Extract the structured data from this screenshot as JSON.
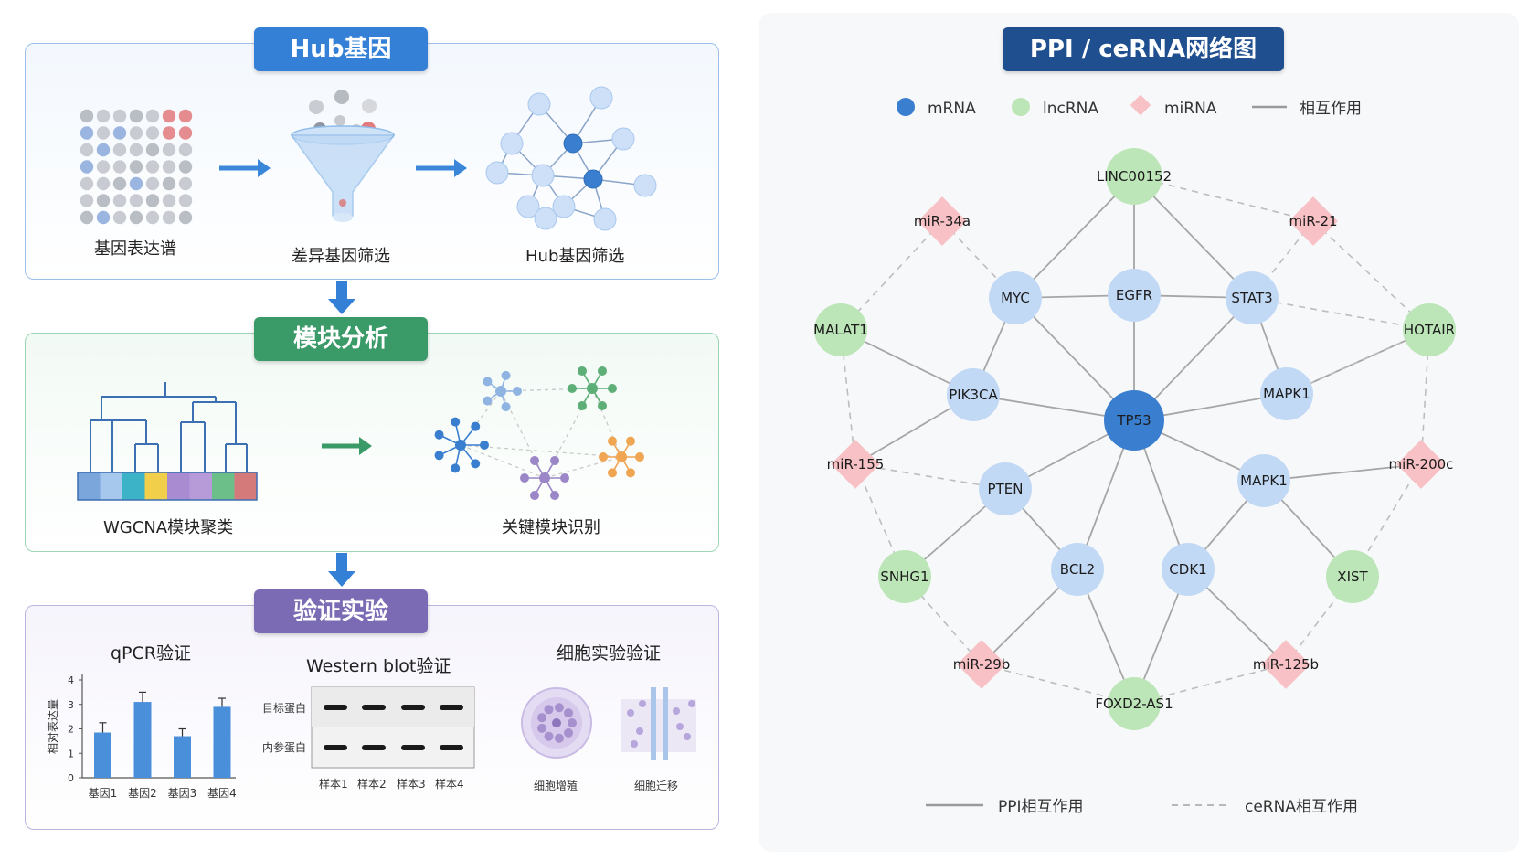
{
  "hub": {
    "title": "Hub基因",
    "steps": [
      "基因表达谱",
      "差异基因筛选",
      "Hub基因筛选"
    ]
  },
  "module": {
    "title": "模块分析",
    "steps": [
      "WGCNA模块聚类",
      "关键模块识别"
    ]
  },
  "validation": {
    "title": "验证实验",
    "qpcr": {
      "title": "qPCR验证",
      "ylabel": "相对表达量",
      "categories": [
        "基因1",
        "基因2",
        "基因3",
        "基因4"
      ],
      "values": [
        1.85,
        3.1,
        1.7,
        2.9
      ],
      "errors": [
        0.4,
        0.4,
        0.3,
        0.35
      ],
      "yticks": [
        "0",
        "1",
        "2",
        "3",
        "4"
      ],
      "ylim": [
        0,
        4
      ]
    },
    "western": {
      "title": "Western blot验证",
      "rows": [
        "目标蛋白",
        "内参蛋白"
      ],
      "samples": [
        "样本1",
        "样本2",
        "样本3",
        "样本4"
      ]
    },
    "cell": {
      "title": "细胞实验验证",
      "items": [
        "细胞增殖",
        "细胞迁移"
      ]
    }
  },
  "network": {
    "title": "PPI / ceRNA网络图",
    "legend": {
      "mrna": "mRNA",
      "lncrna": "lncRNA",
      "mirna": "miRNA",
      "edge": "相互作用"
    },
    "footer": {
      "ppi": "PPI相互作用",
      "cerna": "ceRNA相互作用"
    },
    "colors": {
      "mrna": "#c2d9f5",
      "hub": "#3a7fcf",
      "lncrna": "#bde6b8",
      "mirna": "#f7c1c5"
    },
    "nodes": [
      {
        "id": "TP53",
        "type": "hub"
      },
      {
        "id": "EGFR",
        "type": "mrna"
      },
      {
        "id": "MYC",
        "type": "mrna"
      },
      {
        "id": "STAT3",
        "type": "mrna"
      },
      {
        "id": "PIK3CA",
        "type": "mrna"
      },
      {
        "id": "MAPK1",
        "type": "mrna"
      },
      {
        "id": "PTEN",
        "type": "mrna"
      },
      {
        "id": "MAPK1",
        "type": "mrna"
      },
      {
        "id": "BCL2",
        "type": "mrna"
      },
      {
        "id": "CDK1",
        "type": "mrna"
      },
      {
        "id": "LINC00152",
        "type": "lncrna"
      },
      {
        "id": "MALAT1",
        "type": "lncrna"
      },
      {
        "id": "HOTAIR",
        "type": "lncrna"
      },
      {
        "id": "SNHG1",
        "type": "lncrna"
      },
      {
        "id": "XIST",
        "type": "lncrna"
      },
      {
        "id": "FOXD2-AS1",
        "type": "lncrna"
      },
      {
        "id": "miR-34a",
        "type": "mirna"
      },
      {
        "id": "miR-21",
        "type": "mirna"
      },
      {
        "id": "miR-155",
        "type": "mirna"
      },
      {
        "id": "miR-200c",
        "type": "mirna"
      },
      {
        "id": "miR-29b",
        "type": "mirna"
      },
      {
        "id": "miR-125b",
        "type": "mirna"
      }
    ]
  }
}
